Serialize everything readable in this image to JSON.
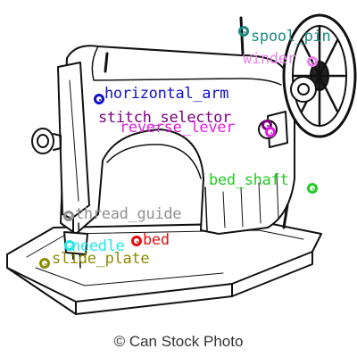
{
  "watermark": "© Can Stock Photo",
  "labels": {
    "spool_pin": {
      "text": "spool_pin",
      "color": "#1a8a80"
    },
    "winder": {
      "text": "winder",
      "color": "#ee82ee"
    },
    "horizontal_arm": {
      "text": "horizontal_arm",
      "color": "#1010d0"
    },
    "stitch_selector": {
      "text": "stitch_selector",
      "color": "#800080"
    },
    "reverse_lever": {
      "text": "reverse_lever",
      "color": "#e020e0"
    },
    "bed_shaft": {
      "text": "bed_shaft",
      "color": "#22cc22"
    },
    "thread_guide": {
      "text": "thread_guide",
      "color": "#909090"
    },
    "bed": {
      "text": "bed",
      "color": "#e01010"
    },
    "needle": {
      "text": "needle",
      "color": "#22e8e8"
    },
    "slide_plate": {
      "text": "slide_plate",
      "color": "#8b8b00"
    }
  }
}
